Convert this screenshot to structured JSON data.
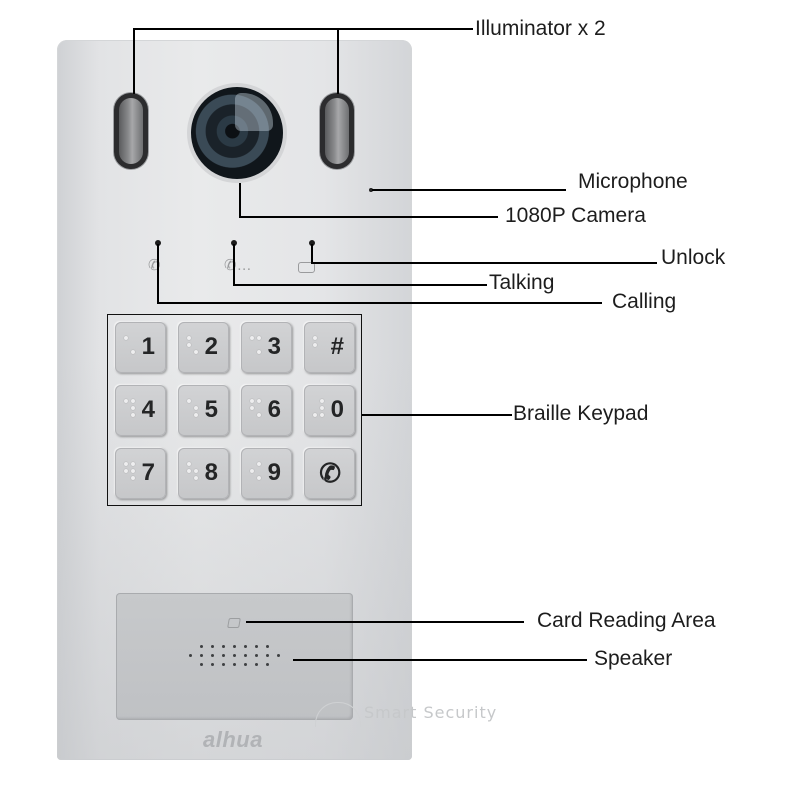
{
  "diagram": {
    "title": "Video Door Station Component Diagram",
    "brand_logo": "alhua",
    "watermark": "Smart  Security"
  },
  "labels": {
    "illuminator": "Illuminator x 2",
    "microphone": "Microphone",
    "camera": "1080P Camera",
    "unlock": "Unlock",
    "talking": "Talking",
    "calling": "Calling",
    "keypad": "Braille Keypad",
    "card_reading": "Card Reading Area",
    "speaker": "Speaker"
  },
  "keypad": {
    "keys": [
      {
        "label": "1",
        "braille": [
          [
            0,
            0
          ],
          [
            1,
            2
          ]
        ]
      },
      {
        "label": "2",
        "braille": [
          [
            0,
            0
          ],
          [
            0,
            1
          ],
          [
            1,
            2
          ]
        ]
      },
      {
        "label": "3",
        "braille": [
          [
            0,
            0
          ],
          [
            1,
            0
          ],
          [
            1,
            2
          ]
        ]
      },
      {
        "label": "#",
        "braille": [
          [
            0,
            0
          ],
          [
            0,
            1
          ]
        ]
      },
      {
        "label": "4",
        "braille": [
          [
            0,
            0
          ],
          [
            1,
            0
          ],
          [
            1,
            1
          ],
          [
            1,
            2
          ]
        ]
      },
      {
        "label": "5",
        "braille": [
          [
            0,
            0
          ],
          [
            1,
            1
          ],
          [
            1,
            2
          ]
        ]
      },
      {
        "label": "6",
        "braille": [
          [
            0,
            0
          ],
          [
            1,
            0
          ],
          [
            0,
            1
          ],
          [
            1,
            2
          ]
        ]
      },
      {
        "label": "0",
        "braille": [
          [
            1,
            0
          ],
          [
            1,
            1
          ],
          [
            0,
            2
          ],
          [
            1,
            2
          ]
        ]
      },
      {
        "label": "7",
        "braille": [
          [
            0,
            0
          ],
          [
            1,
            0
          ],
          [
            0,
            1
          ],
          [
            1,
            1
          ],
          [
            1,
            2
          ]
        ]
      },
      {
        "label": "8",
        "braille": [
          [
            0,
            0
          ],
          [
            0,
            1
          ],
          [
            1,
            1
          ],
          [
            1,
            2
          ]
        ]
      },
      {
        "label": "9",
        "braille": [
          [
            1,
            0
          ],
          [
            0,
            1
          ],
          [
            1,
            2
          ]
        ]
      },
      {
        "label": "✆",
        "braille": []
      }
    ]
  },
  "icons": {
    "calling": "phone-ring-icon",
    "talking": "phone-talk-icon",
    "unlock": "unlock-icon",
    "card": "card-icon"
  },
  "colors": {
    "panel": "#e4e5e7",
    "label_text": "#1d1d1d",
    "leader_line": "#000000"
  }
}
